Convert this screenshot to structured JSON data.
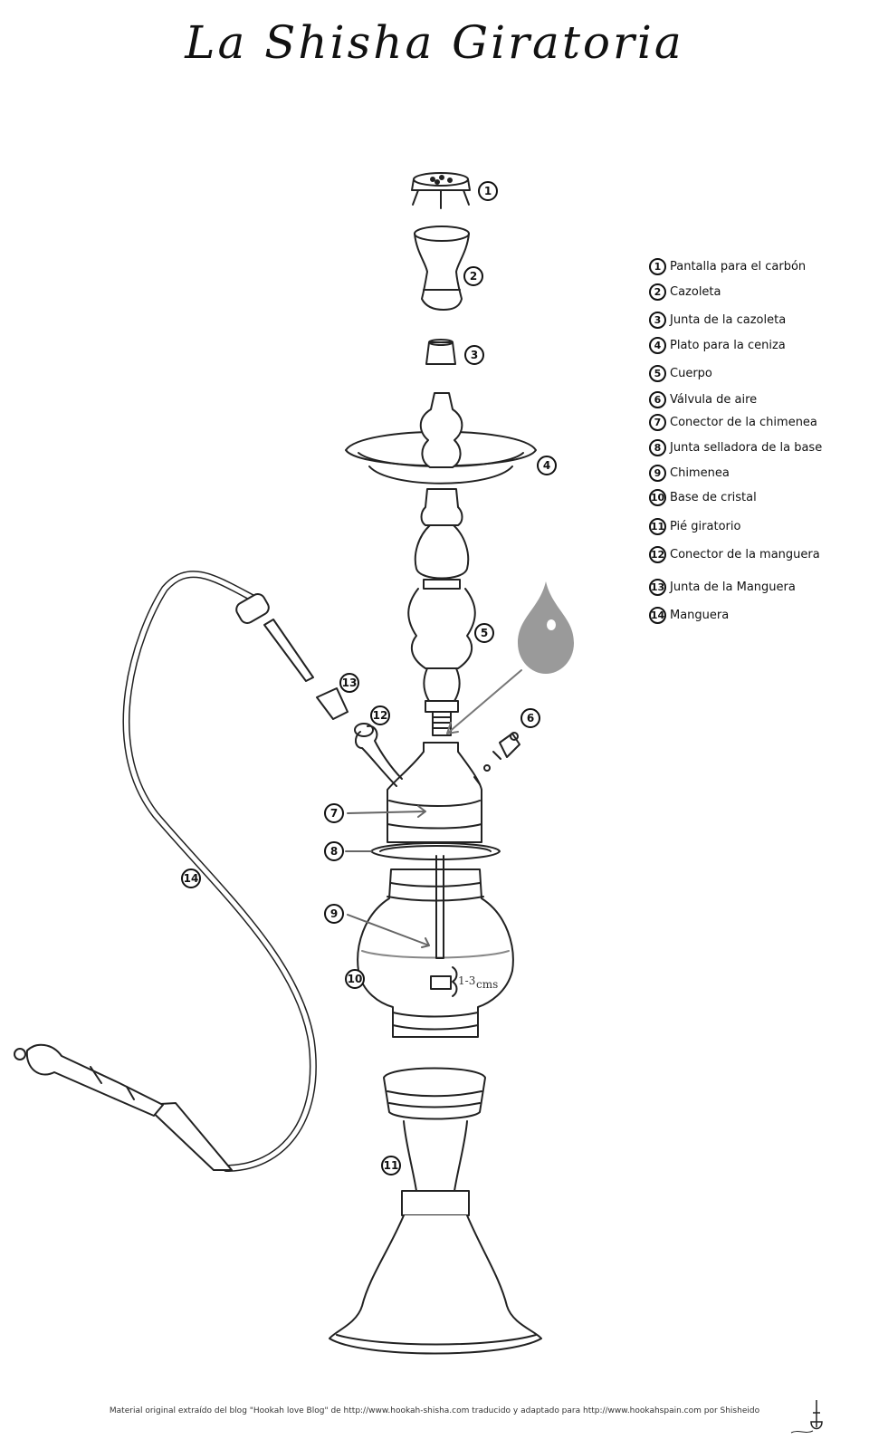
{
  "title": "La Shisha Giratoria",
  "parts": [
    {
      "num": "1",
      "label": "Pantalla para el carbón"
    },
    {
      "num": "2",
      "label": "Cazoleta"
    },
    {
      "num": "3",
      "label": "Junta de la cazoleta"
    },
    {
      "num": "4",
      "label": "Plato para la ceniza"
    },
    {
      "num": "5",
      "label": "Cuerpo"
    },
    {
      "num": "6",
      "label": "Válvula de aire"
    },
    {
      "num": "7",
      "label": "Conector de la chimenea"
    },
    {
      "num": "8",
      "label": "Junta selladora de la base"
    },
    {
      "num": "9",
      "label": "Chimenea"
    },
    {
      "num": "10",
      "label": "Base de cristal"
    },
    {
      "num": "11",
      "label": "Pié giratorio"
    },
    {
      "num": "12",
      "label": "Conector de la manguera"
    },
    {
      "num": "13",
      "label": "Junta de la Manguera"
    },
    {
      "num": "14",
      "label": "Manguera"
    }
  ],
  "water_level": {
    "value": "1-3",
    "unit": "cms"
  },
  "footer": "Material original extraído del blog \"Hookah love Blog\" de http://www.hookah-shisha.com traducido y adaptado para http://www.hookahspain.com por Shisheido",
  "signature": "SHISHEIDO"
}
